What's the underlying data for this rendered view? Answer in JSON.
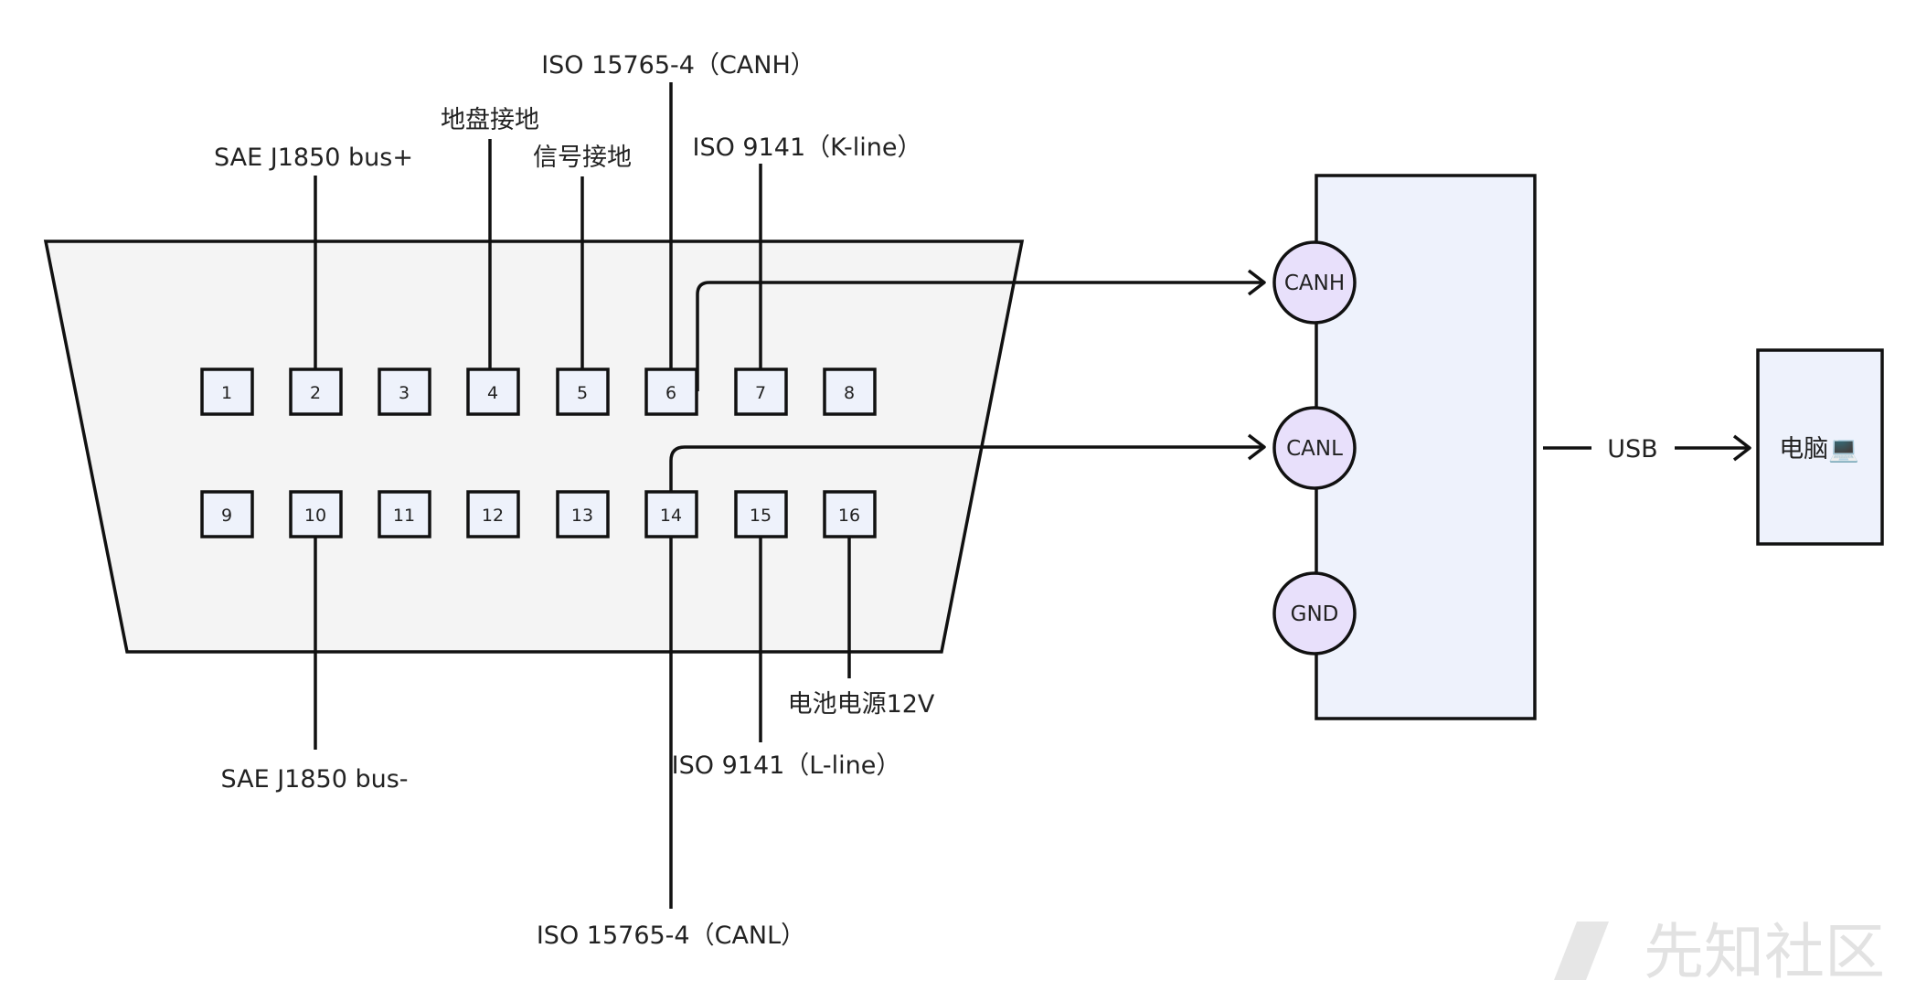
{
  "connector": {
    "pins_top": [
      "1",
      "2",
      "3",
      "4",
      "5",
      "6",
      "7",
      "8"
    ],
    "pins_bottom": [
      "9",
      "10",
      "11",
      "12",
      "13",
      "14",
      "15",
      "16"
    ]
  },
  "labels": {
    "pin2": "SAE J1850 bus+",
    "pin4": "地盘接地",
    "pin5": "信号接地",
    "pin6": "ISO 15765-4（CANH）",
    "pin7": "ISO 9141（K-line）",
    "pin10": "SAE J1850 bus-",
    "pin14": "ISO 15765-4（CANL）",
    "pin15": "ISO 9141（L-line）",
    "pin16": "电池电源12V"
  },
  "adapter": {
    "canh": "CANH",
    "canl": "CANL",
    "gnd": "GND"
  },
  "link": {
    "usb": "USB"
  },
  "computer": {
    "label": "电脑💻"
  },
  "watermark": "先知社区",
  "colors": {
    "stroke": "#111111",
    "connector_fill": "#f4f4f4",
    "pin_fill": "#eef2fb",
    "adapter_fill": "#eef2fc",
    "circle_fill": "#e8e0fb"
  }
}
